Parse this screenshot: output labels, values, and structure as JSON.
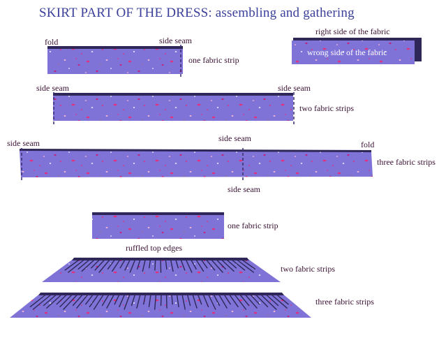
{
  "title": "SKIRT PART OF THE DRESS: assembling and gathering",
  "labels": {
    "fold": "fold",
    "side_seam": "side seam",
    "one_fabric_strip": "one fabric strip",
    "two_fabric_strips": "two fabric strips",
    "three_fabric_strips": "three fabric strips",
    "right_side_of_fabric": "right side of the fabric",
    "wrong_side_of_fabric": "wrong side of the fabric",
    "ruffled_top_edges": "ruffled top edges"
  },
  "colors": {
    "fabric": "#7f73d8",
    "fabric_dark": "#2e2758",
    "seam": "#3a2d6b",
    "speck_pink": "#e0307d",
    "speck_magenta": "#c0237a",
    "speck_light": "#f4b5d6",
    "speck_white": "#f6f0ff",
    "label_text": "#3a1233",
    "title_text": "#3b3f9a"
  }
}
